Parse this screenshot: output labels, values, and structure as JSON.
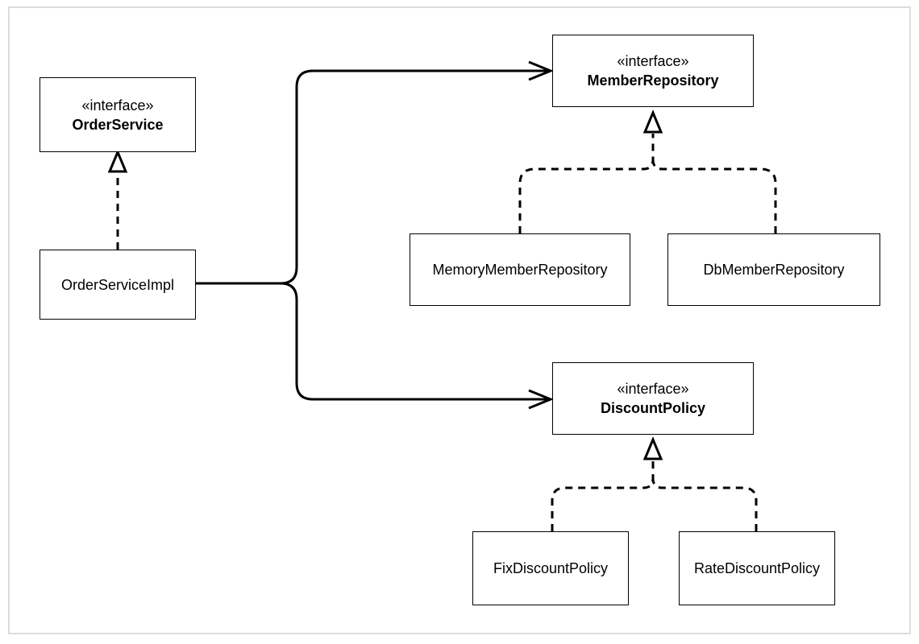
{
  "nodes": {
    "order_service": {
      "stereotype": "«interface»",
      "name": "OrderService"
    },
    "order_service_impl": {
      "name": "OrderServiceImpl"
    },
    "member_repository": {
      "stereotype": "«interface»",
      "name": "MemberRepository"
    },
    "memory_member_repository": {
      "name": "MemoryMemberRepository"
    },
    "db_member_repository": {
      "name": "DbMemberRepository"
    },
    "discount_policy": {
      "stereotype": "«interface»",
      "name": "DiscountPolicy"
    },
    "fix_discount_policy": {
      "name": "FixDiscountPolicy"
    },
    "rate_discount_policy": {
      "name": "RateDiscountPolicy"
    }
  },
  "edges": [
    {
      "from": "order_service_impl",
      "to": "order_service",
      "kind": "realization"
    },
    {
      "from": "order_service_impl",
      "to": "member_repository",
      "kind": "dependency"
    },
    {
      "from": "order_service_impl",
      "to": "discount_policy",
      "kind": "dependency"
    },
    {
      "from": "memory_member_repository",
      "to": "member_repository",
      "kind": "realization"
    },
    {
      "from": "db_member_repository",
      "to": "member_repository",
      "kind": "realization"
    },
    {
      "from": "fix_discount_policy",
      "to": "discount_policy",
      "kind": "realization"
    },
    {
      "from": "rate_discount_policy",
      "to": "discount_policy",
      "kind": "realization"
    }
  ]
}
